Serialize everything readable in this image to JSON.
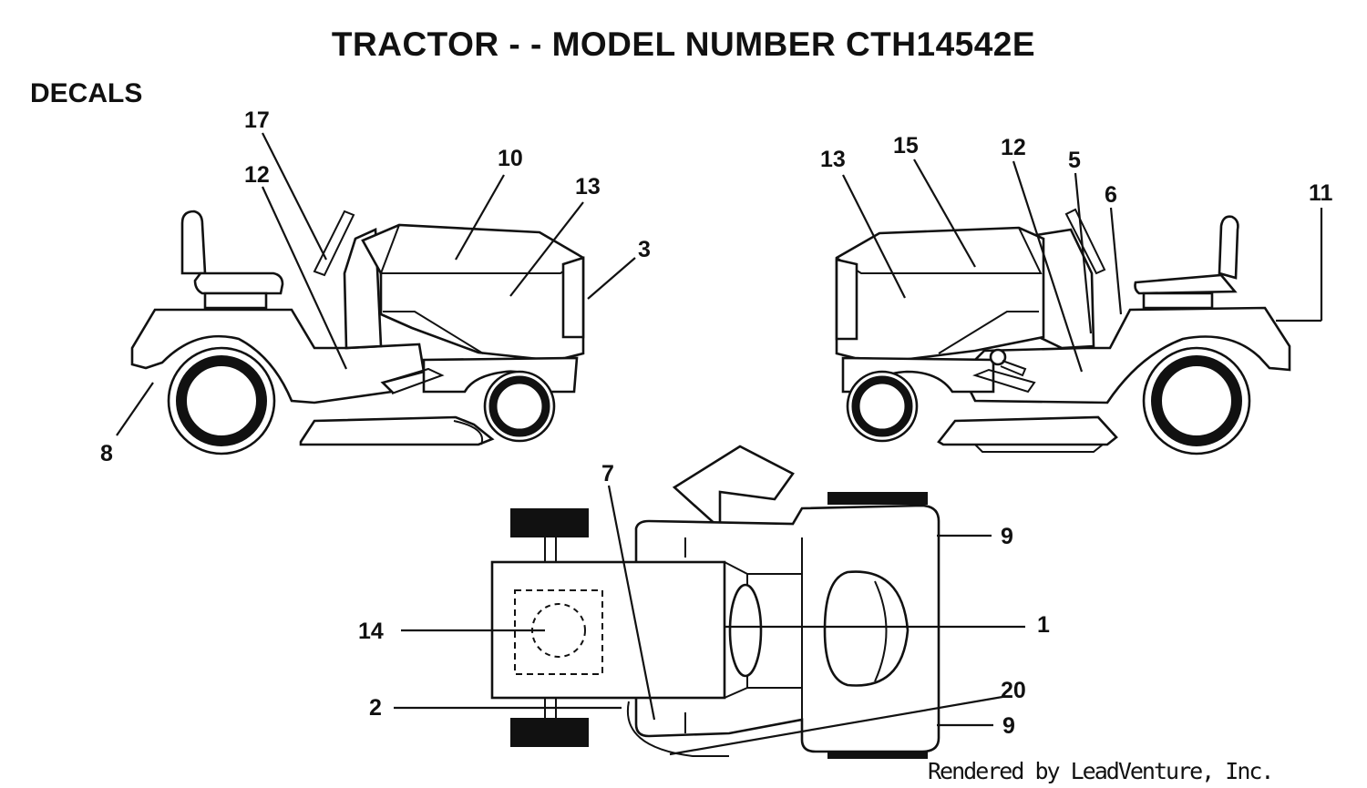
{
  "title": "TRACTOR - - MODEL NUMBER CTH14542E",
  "section": "DECALS",
  "credit": "Rendered by LeadVenture, Inc.",
  "callouts": {
    "c17": "17",
    "c12a": "12",
    "c10": "10",
    "c13a": "13",
    "c3": "3",
    "c8": "8",
    "c13b": "13",
    "c15": "15",
    "c12b": "12",
    "c5": "5",
    "c6": "6",
    "c11": "11",
    "c7": "7",
    "c9a": "9",
    "c14": "14",
    "c1": "1",
    "c2": "2",
    "c20": "20",
    "c9b": "9"
  }
}
